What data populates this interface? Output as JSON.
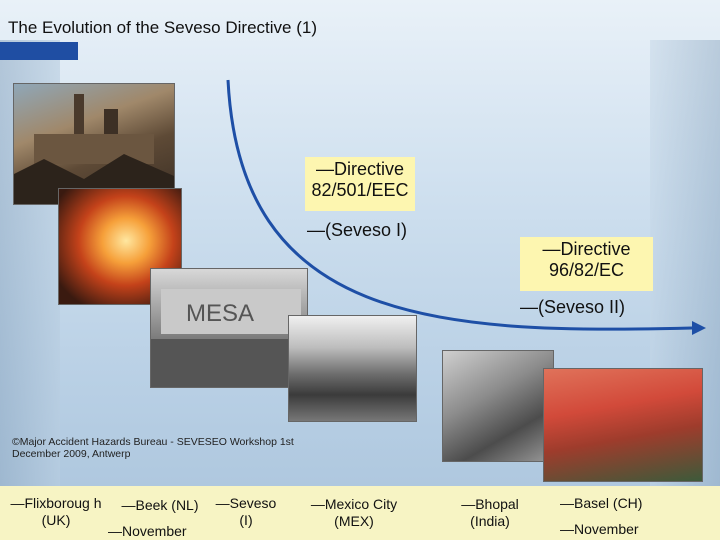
{
  "slide": {
    "title": "The Evolution of the Seveso Directive (1)"
  },
  "timeline_labels": {
    "directive_1": "—Directive 82/501/EEC",
    "seveso_1": "—(Seveso I)",
    "directive_2": "—Directive 96/82/EC",
    "seveso_2": "—(Seveso II)"
  },
  "credit": "©Major Accident Hazards Bureau - SEVESEO Workshop 1st December 2009, Antwerp",
  "accidents": [
    {
      "id": "flixborough",
      "text": "—Flixboroug h (UK)"
    },
    {
      "id": "beek",
      "text": "—Beek (NL)"
    },
    {
      "id": "beek_date",
      "text": "—November"
    },
    {
      "id": "seveso",
      "text": "—Seveso (I)"
    },
    {
      "id": "mexico",
      "text": "—Mexico City (MEX)"
    },
    {
      "id": "bhopal",
      "text": "—Bhopal (India)"
    },
    {
      "id": "basel",
      "text": "—Basel (CH)"
    },
    {
      "id": "basel_date",
      "text": "—November"
    }
  ],
  "photos": [
    {
      "id": "flixborough-photo",
      "depicts": "industrial plant ruins"
    },
    {
      "id": "beek-photo",
      "depicts": "fire explosion"
    },
    {
      "id": "seveso-photo",
      "depicts": "ICMESA factory wall"
    },
    {
      "id": "mexico-photo",
      "depicts": "smoke over city"
    },
    {
      "id": "bhopal-photo",
      "depicts": "victims on ground"
    },
    {
      "id": "basel-photo",
      "depicts": "red polluted river"
    }
  ],
  "colors": {
    "accent": "#1f4ea3",
    "label_background": "#fdf6b0",
    "bottom_band": "#f7f4c4"
  }
}
